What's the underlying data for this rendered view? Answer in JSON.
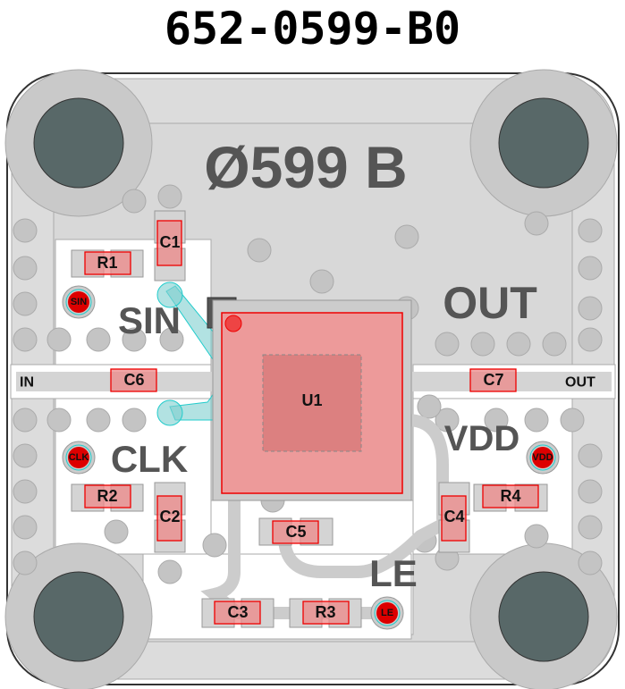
{
  "title": "652-0599-B0",
  "board": {
    "part_marking": "Ø599 B",
    "silk_labels": {
      "out": "OUT",
      "sin": "SIN",
      "clk": "CLK",
      "vdd": "VDD",
      "le": "LE"
    },
    "connectors": {
      "in": "IN",
      "out": "OUT"
    },
    "test_points": {
      "sin": "SIN",
      "clk": "CLK",
      "vdd": "VDD",
      "le": "LE"
    },
    "components": {
      "c1": "C1",
      "r1": "R1",
      "c6": "C6",
      "c2": "C2",
      "r2": "R2",
      "c5": "C5",
      "c3": "C3",
      "r3": "R3",
      "c4": "C4",
      "r4": "R4",
      "c7": "C7",
      "u1": "U1"
    },
    "colors": {
      "component": "#ee8888",
      "outline": "#ee0000",
      "copper": "#d4d4d4",
      "mount_hole": "#586868",
      "trace_highlight": "#7fcfcf"
    }
  }
}
